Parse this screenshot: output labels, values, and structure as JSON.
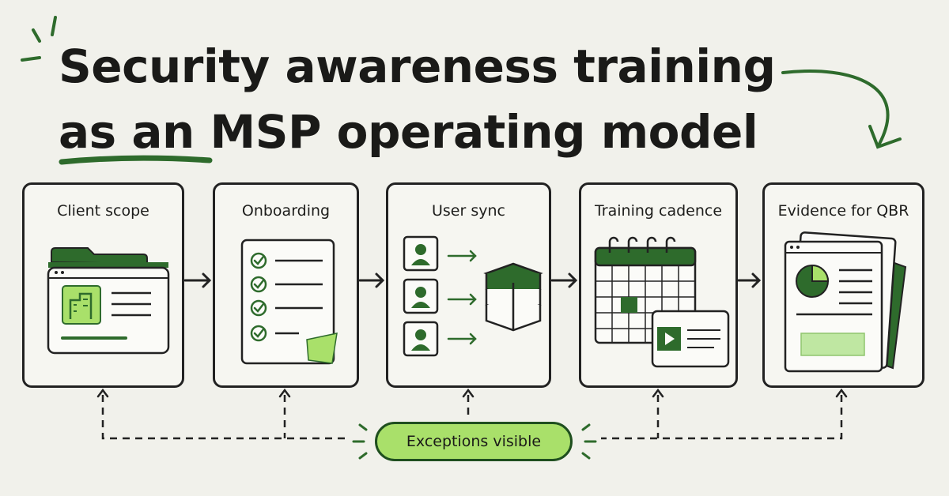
{
  "title": {
    "line1": "Security awareness training",
    "line2": "as an MSP operating model"
  },
  "steps": [
    {
      "label": "Client scope"
    },
    {
      "label": "Onboarding"
    },
    {
      "label": "User sync"
    },
    {
      "label": "Training cadence"
    },
    {
      "label": "Evidence for QBR"
    }
  ],
  "feedback": {
    "label": "Exceptions visible"
  },
  "colors": {
    "dark_green": "#2e6b2c",
    "light_green": "#a9e06a",
    "ink": "#1d1d1b",
    "paper": "#f1f1eb"
  },
  "icons": [
    "folder-icon",
    "building-icon",
    "checklist-icon",
    "sticky-note-icon",
    "user-icon",
    "database-icon",
    "calendar-icon",
    "video-icon",
    "report-icon",
    "pie-chart-icon"
  ]
}
